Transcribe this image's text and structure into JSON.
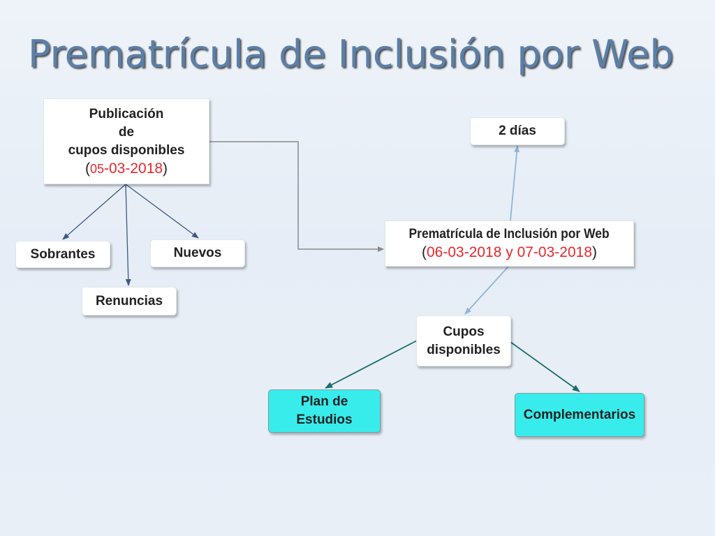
{
  "title": "Prematrícula de Inclusión por Web",
  "nodes": {
    "publicacion": {
      "line1": "Publicación",
      "line2": "de",
      "line3": "cupos disponibles",
      "date_open": "(",
      "date_day": "05",
      "date_rest": "-03-2018",
      "date_close": ")"
    },
    "sobrantes": "Sobrantes",
    "nuevos": "Nuevos",
    "renuncias": "Renuncias",
    "dos_dias": "2 días",
    "prematricula": {
      "line1": "Prematrícula de Inclusión por Web",
      "date_open": "(",
      "dates": "06-03-2018 y 07-03-2018",
      "date_close": ")"
    },
    "cupos": {
      "line1": "Cupos",
      "line2": "disponibles"
    },
    "plan": {
      "line1": "Plan de",
      "line2": "Estudios"
    },
    "complementarios": "Complementarios"
  },
  "colors": {
    "title": "#5b7fa8",
    "date_red": "#e8262a",
    "cyan_fill": "#38ecec",
    "arrow_dark": "#3c5a80",
    "arrow_light": "#8fb6d9",
    "arrow_teal": "#1a6e6e",
    "connector_gray": "#8a8a8a"
  }
}
